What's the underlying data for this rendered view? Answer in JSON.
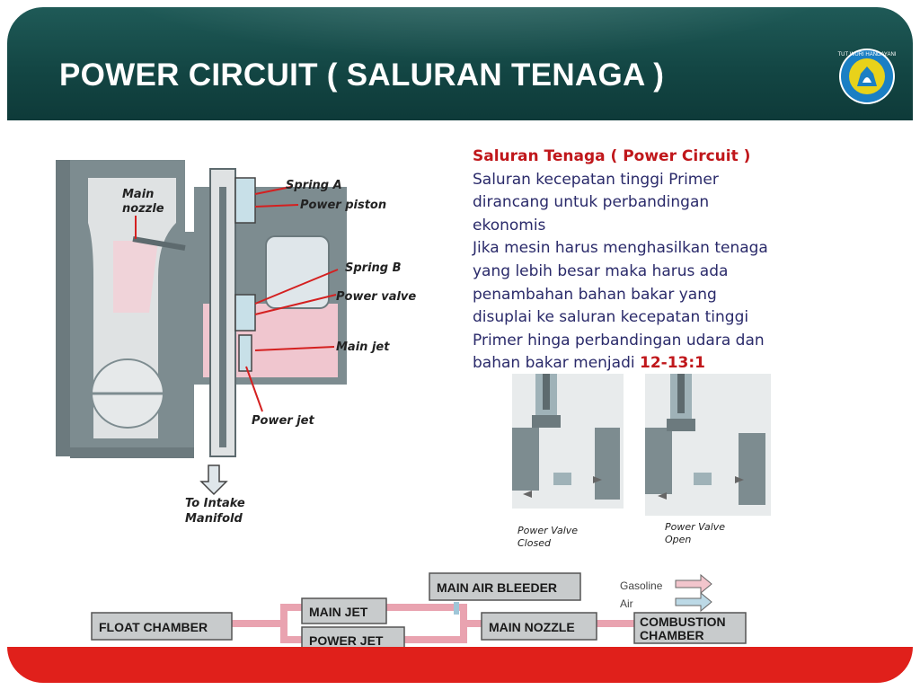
{
  "slide": {
    "title": "POWER CIRCUIT ( SALURAN TENAGA )",
    "logo_text": "TUT WURI HANDAYANI"
  },
  "description": {
    "heading": "Saluran Tenaga ( Power Circuit )",
    "lines": [
      "Saluran kecepatan tinggi Primer",
      "dirancang untuk perbandingan",
      "ekonomis",
      "Jika mesin harus menghasilkan tenaga",
      "yang lebih besar maka harus ada",
      "penambahan bahan bakar yang",
      "disuplai ke saluran kecepatan tinggi",
      "Primer hinga perbandingan udara dan"
    ],
    "last_line_prefix": "bahan bakar menjadi ",
    "ratio": "12-13:1"
  },
  "carburetor": {
    "labels": {
      "main_nozzle_1": "Main",
      "main_nozzle_2": "nozzle",
      "spring_a": "Spring A",
      "power_piston": "Power piston",
      "spring_b": "Spring B",
      "power_valve": "Power valve",
      "main_jet": "Main jet",
      "power_jet": "Power jet",
      "intake_1": "To Intake",
      "intake_2": "Manifold"
    }
  },
  "valve_states": {
    "closed_1": "Power Valve",
    "closed_2": "Closed",
    "open_1": "Power Valve",
    "open_2": "Open"
  },
  "flow": {
    "float_chamber": "FLOAT CHAMBER",
    "main_jet": "MAIN JET",
    "power_jet": "POWER JET",
    "main_air_bleeder": "MAIN AIR BLEEDER",
    "main_nozzle": "MAIN NOZZLE",
    "combustion_1": "COMBUSTION",
    "combustion_2": "CHAMBER",
    "legend_gasoline": "Gasoline",
    "legend_air": "Air"
  },
  "colors": {
    "header": "#134644",
    "footer": "#e0201b",
    "accent_text": "#c0171b",
    "body_text": "#2a2a6a"
  }
}
